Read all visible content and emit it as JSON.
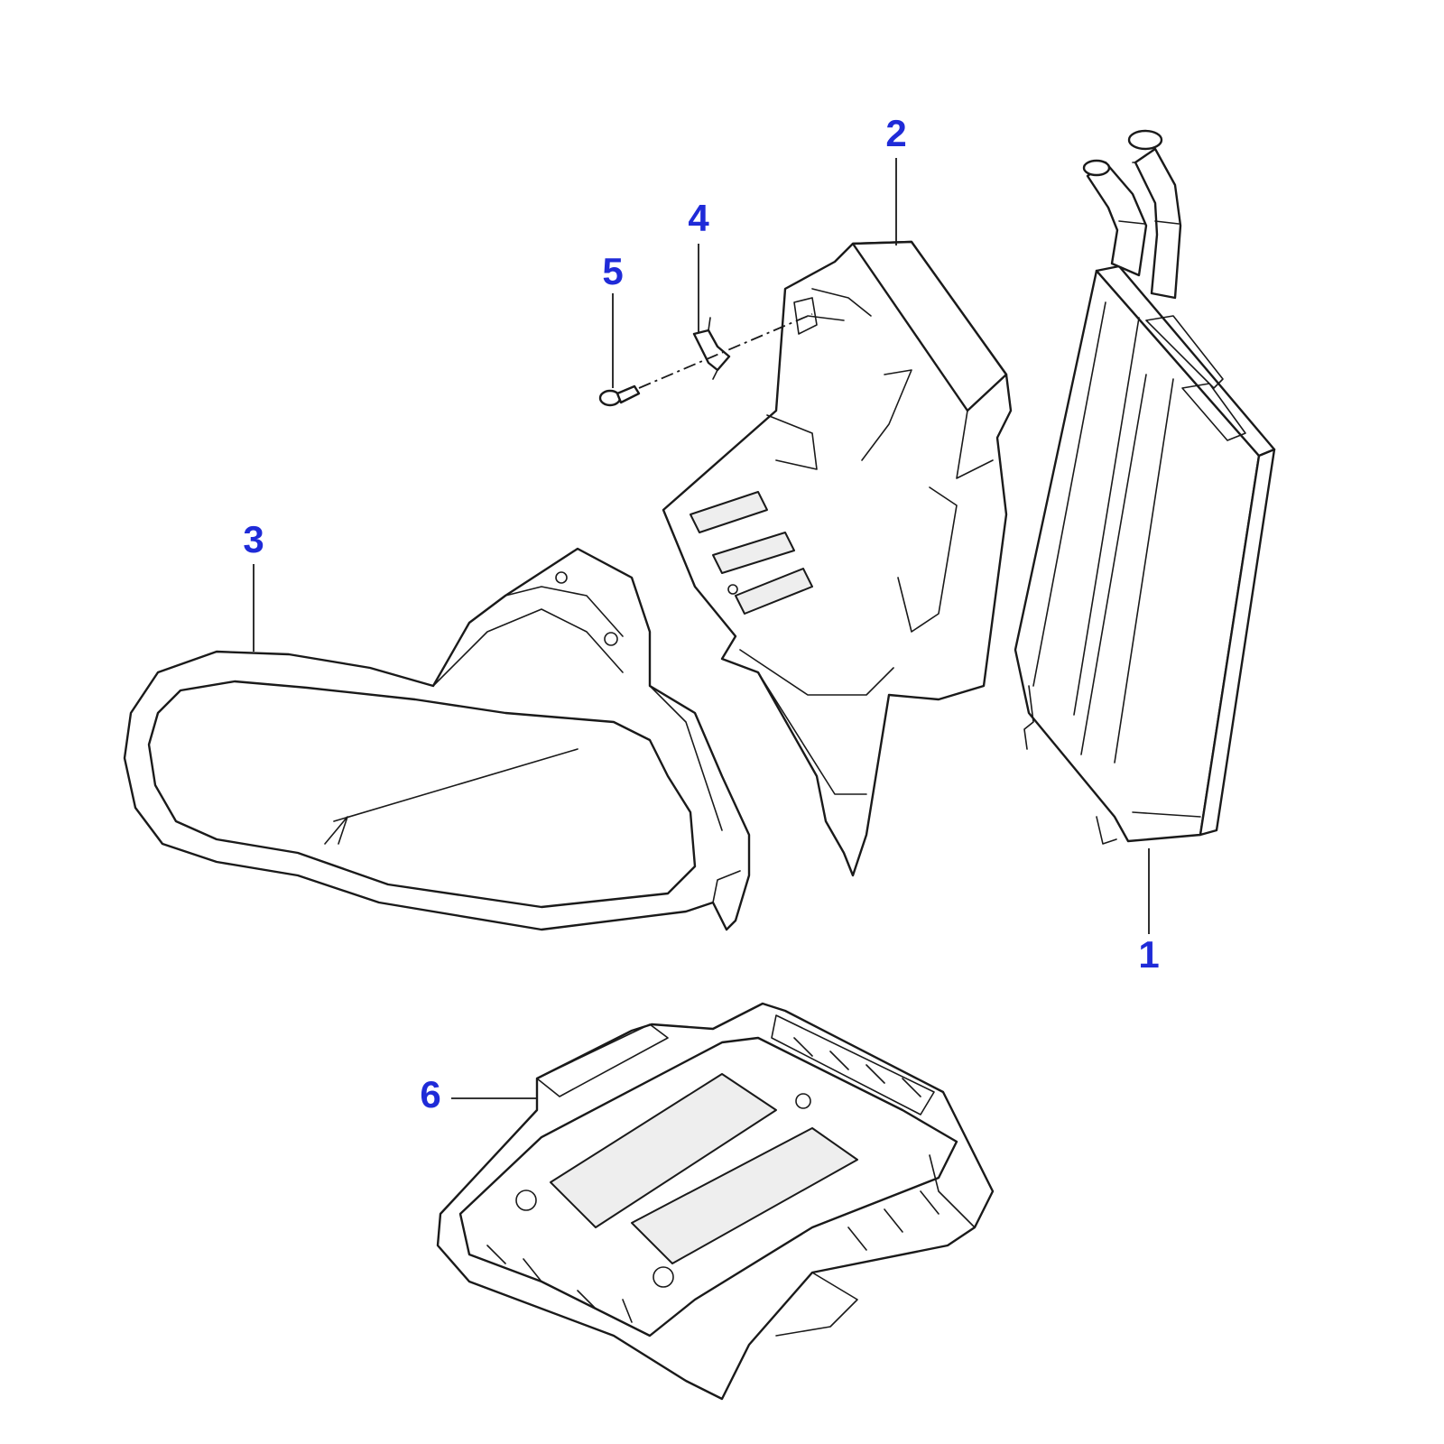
{
  "diagram": {
    "accent_color": "#1f2bd8",
    "callouts": [
      {
        "label": "1",
        "part": "heater-core"
      },
      {
        "label": "2",
        "part": "heater-housing"
      },
      {
        "label": "3",
        "part": "air-duct"
      },
      {
        "label": "4",
        "part": "clip"
      },
      {
        "label": "5",
        "part": "screw"
      },
      {
        "label": "6",
        "part": "housing-base"
      }
    ]
  }
}
